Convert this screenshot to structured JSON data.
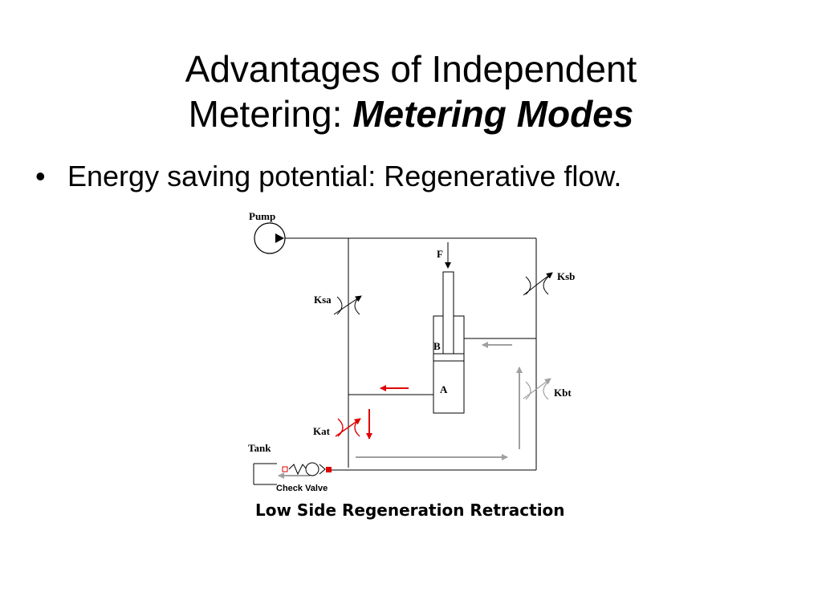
{
  "slide": {
    "title_line1": "Advantages of Independent",
    "title_line2_plain": "Metering: ",
    "title_line2_emph": "Metering Modes",
    "bullet_symbol": "•",
    "bullet_text": "Energy saving potential: Regenerative flow.",
    "caption": "Low Side Regeneration Retraction"
  },
  "diagram": {
    "labels": {
      "pump": "Pump",
      "force": "F",
      "ksb": "Ksb",
      "ksa": "Ksa",
      "chamber_b": "B",
      "chamber_a": "A",
      "kbt": "Kbt",
      "kat": "Kat",
      "tank": "Tank",
      "check_valve": "Check Valve"
    },
    "colors": {
      "line": "#000000",
      "active_flow": "#e00000",
      "regen_flow": "#a0a0a0"
    }
  }
}
